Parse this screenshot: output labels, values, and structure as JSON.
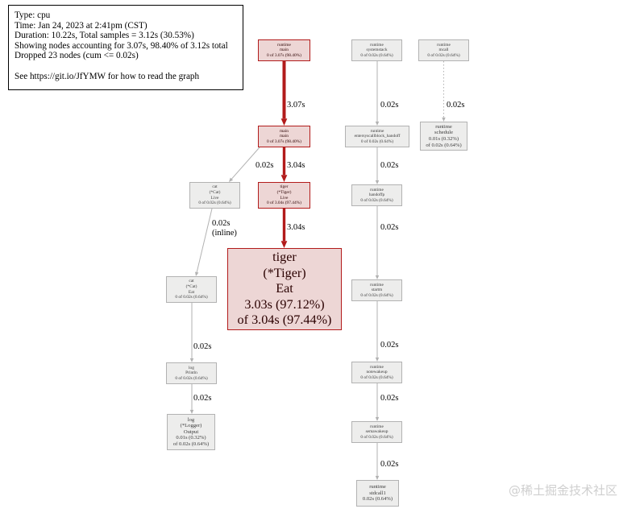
{
  "legend": {
    "lines": [
      "Type: cpu",
      "Time: Jan 24, 2023 at 2:41pm (CST)",
      "Duration: 10.22s, Total samples = 3.12s (30.53%)",
      "Showing nodes accounting for 3.07s, 98.40% of 3.12s total",
      "Dropped 23 nodes (cum <= 0.02s)"
    ],
    "link_text": "See https://git.io/JfYMW for how to read the graph"
  },
  "nodes": {
    "runtime_main": [
      "runtime",
      "main",
      "0 of 3.07s (98.40%)"
    ],
    "main_main": [
      "main",
      "main",
      "0 of 3.07s (98.40%)"
    ],
    "tiger_live": [
      "tiger",
      "(*Tiger)",
      "Live",
      "0 of 3.04s (97.44%)"
    ],
    "tiger_eat": [
      "tiger",
      "(*Tiger)",
      "Eat",
      "3.03s (97.12%)",
      "of 3.04s (97.44%)"
    ],
    "cat_live": [
      "cat",
      "(*Cat)",
      "Live",
      "0 of 0.02s (0.64%)"
    ],
    "cat_eat": [
      "cat",
      "(*Cat)",
      "Eat",
      "0 of 0.02s (0.64%)"
    ],
    "log_println": [
      "log",
      "Println",
      "0 of 0.02s (0.64%)"
    ],
    "log_output": [
      "log",
      "(*Logger)",
      "Output",
      "0.01s (0.32%)",
      "of 0.02s (0.64%)"
    ],
    "runtime_systemstack": [
      "runtime",
      "systemstack",
      "0 of 0.02s (0.64%)"
    ],
    "runtime_handoff": [
      "runtime",
      "entersyscallblock_handoff",
      "0 of 0.02s (0.64%)"
    ],
    "runtime_handoffp": [
      "runtime",
      "handoffp",
      "0 of 0.02s (0.64%)"
    ],
    "runtime_startm": [
      "runtime",
      "startm",
      "0 of 0.02s (0.64%)"
    ],
    "runtime_notewakeup": [
      "runtime",
      "notewakeup",
      "0 of 0.02s (0.64%)"
    ],
    "runtime_semawakeup": [
      "runtime",
      "semawakeup",
      "0 of 0.02s (0.64%)"
    ],
    "runtime_stdcall1": [
      "runtime",
      "stdcall1",
      "0.02s (0.64%)"
    ],
    "runtime_mcall": [
      "runtime",
      "mcall",
      "0 of 0.02s (0.64%)"
    ],
    "runtime_schedule": [
      "runtime",
      "schedule",
      "0.01s (0.32%)",
      "of 0.02s (0.64%)"
    ]
  },
  "edges": {
    "runtime_main__main_main": [
      "3.07s"
    ],
    "main_main__tiger_live": [
      "3.04s"
    ],
    "tiger_live__tiger_eat": [
      "3.04s"
    ],
    "main_main__cat_live": [
      "0.02s"
    ],
    "cat_live__cat_eat": [
      "0.02s",
      "(inline)"
    ],
    "cat_eat__log_println": [
      "0.02s"
    ],
    "log_println__log_output": [
      "0.02s"
    ],
    "systemstack__handoff": [
      "0.02s"
    ],
    "handoff__handoffp": [
      "0.02s"
    ],
    "handoffp__startm": [
      "0.02s"
    ],
    "startm__notewakeup": [
      "0.02s"
    ],
    "notewakeup__semawakeup": [
      "0.02s"
    ],
    "semawakeup__stdcall1": [
      "0.02s"
    ],
    "mcall__schedule": [
      "0.02s"
    ]
  },
  "colors": {
    "hot_edge": "#b21b1b",
    "cold_edge": "#b2b2b2",
    "hot_node_fill": "#edd6d5",
    "cold_node_fill": "#ededec"
  },
  "watermark": "@稀土掘金技术社区"
}
